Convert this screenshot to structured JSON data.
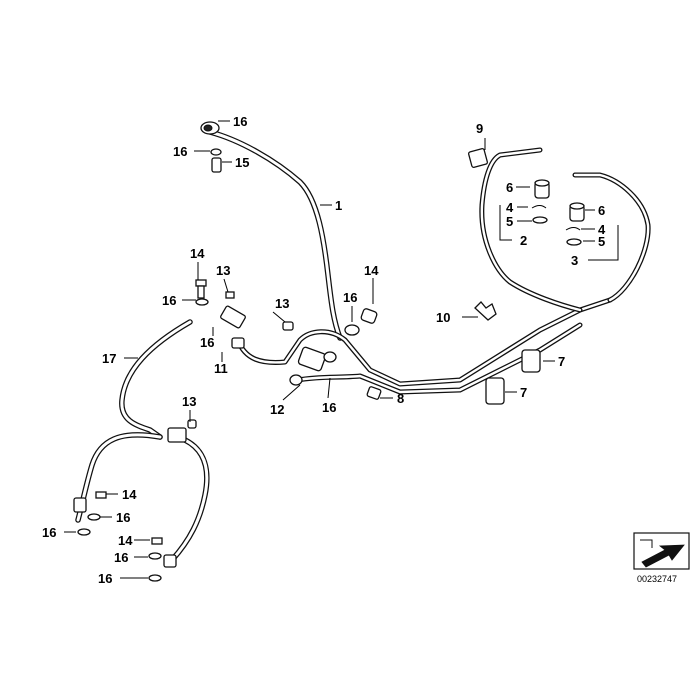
{
  "diagram": {
    "callouts": {
      "c1": "1",
      "c2": "2",
      "c3": "3",
      "c4a": "4",
      "c4b": "4",
      "c5a": "5",
      "c5b": "5",
      "c6a": "6",
      "c6b": "6",
      "c7a": "7",
      "c7b": "7",
      "c8": "8",
      "c9": "9",
      "c10": "10",
      "c11": "11",
      "c12": "12",
      "c13a": "13",
      "c13b": "13",
      "c13c": "13",
      "c14a": "14",
      "c14b": "14",
      "c14c": "14",
      "c14d": "14",
      "c15": "15",
      "c16a": "16",
      "c16b": "16",
      "c16c": "16",
      "c16d": "16",
      "c16e": "16",
      "c16f": "16",
      "c16g": "16",
      "c16h": "16",
      "c16i": "16",
      "c17": "17"
    },
    "reference_code": "00232747"
  }
}
